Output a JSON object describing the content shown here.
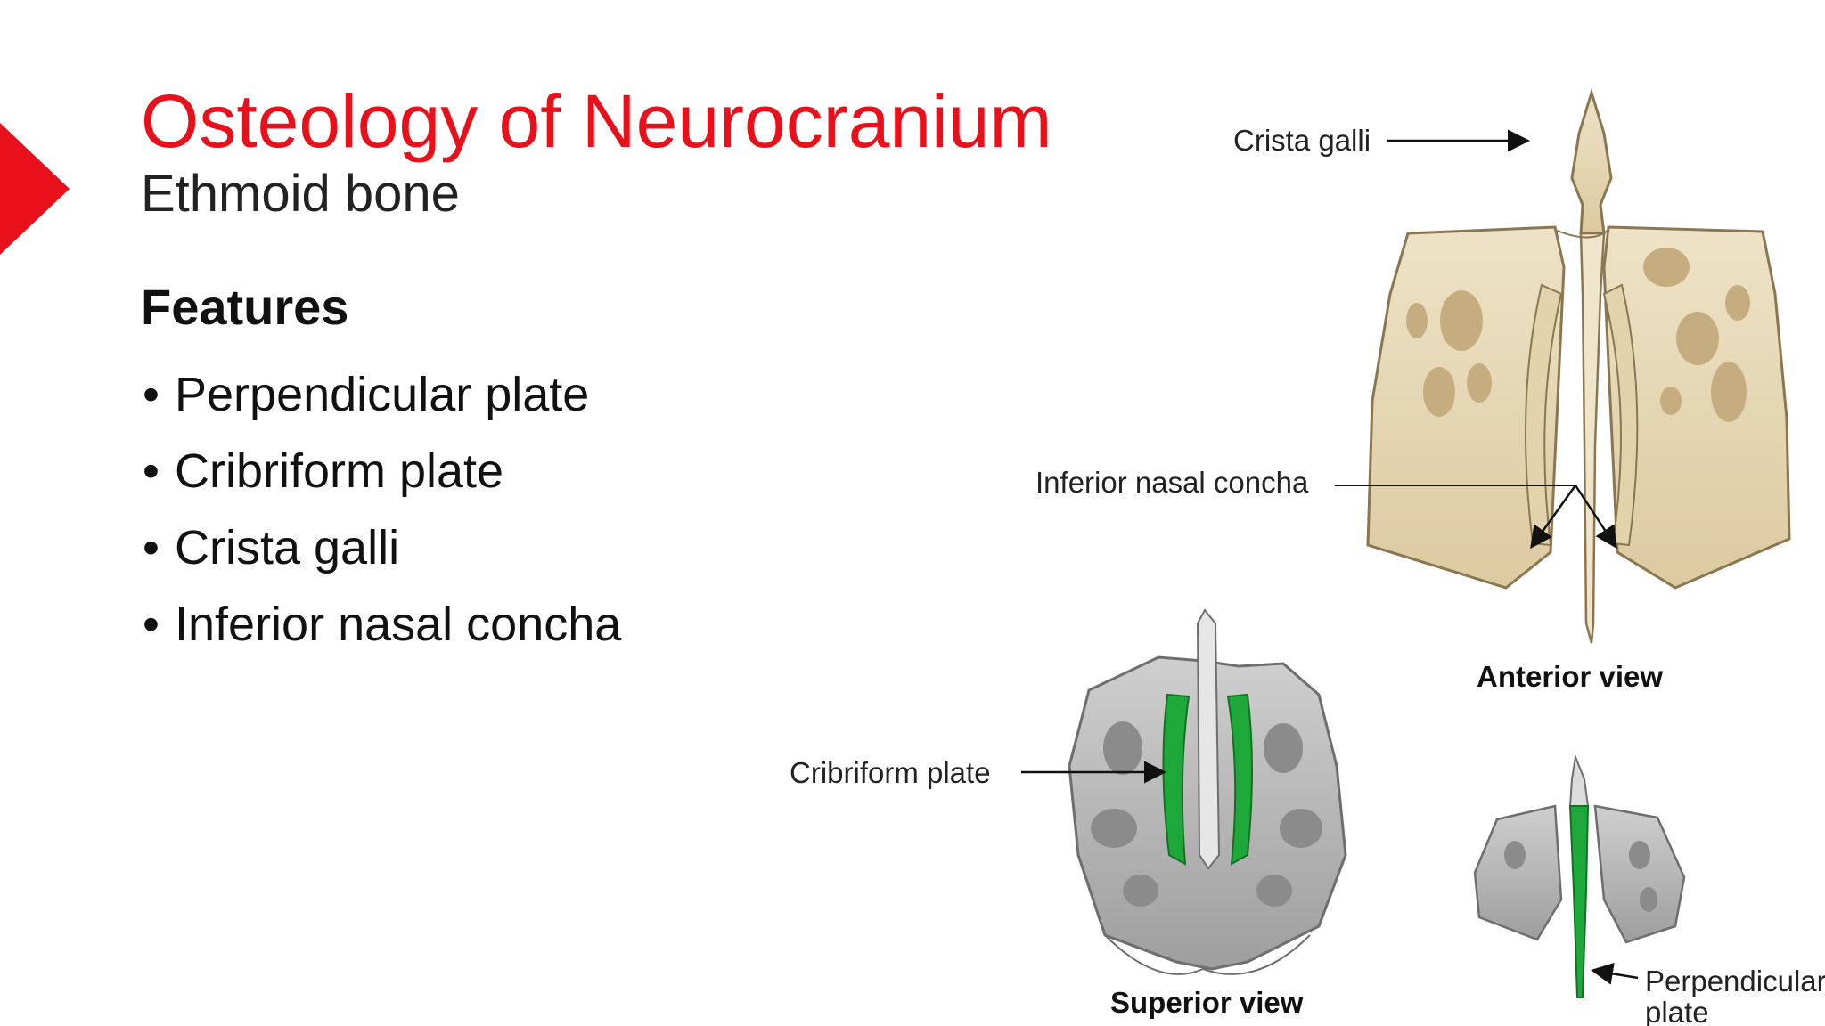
{
  "slide": {
    "title": "Osteology of Neurocranium",
    "subtitle": "Ethmoid bone",
    "features_heading": "Features",
    "bullet_glyph": "•",
    "features": [
      "Perpendicular plate",
      "Cribriform plate",
      "Crista galli",
      "Inferior nasal concha"
    ]
  },
  "figure": {
    "labels": {
      "crista_galli": "Crista galli",
      "inferior_nasal_concha": "Inferior nasal concha",
      "cribriform_plate": "Cribriform plate",
      "perpendicular_plate_line1": "Perpendicular",
      "perpendicular_plate_line2": "plate"
    },
    "views": {
      "anterior": "Anterior view",
      "superior": "Superior view"
    }
  },
  "colors": {
    "accent_red": "#e8111b",
    "bone_beige": "#e9dcbc",
    "bone_shadow": "#c9b58e",
    "bone_gray": "#b9b9b9",
    "highlight_green": "#1fa83a"
  }
}
